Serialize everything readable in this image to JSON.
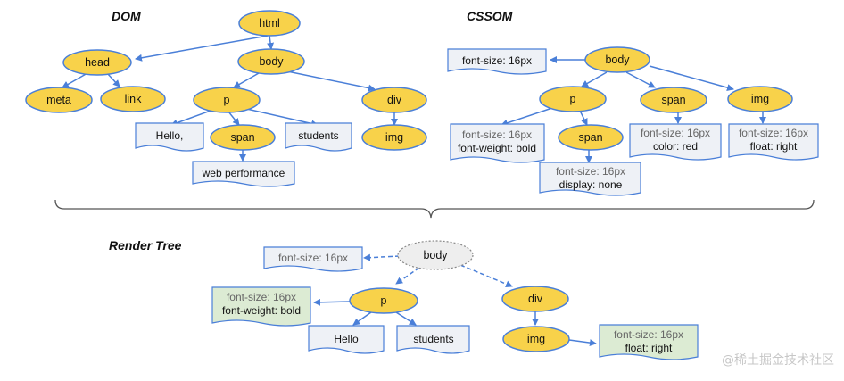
{
  "dom": {
    "heading": "DOM",
    "nodes": {
      "html": "html",
      "head": "head",
      "body": "body",
      "meta": "meta",
      "link": "link",
      "p": "p",
      "div": "div",
      "span": "span",
      "img": "img"
    },
    "text_boxes": {
      "hello": "Hello,",
      "students": "students",
      "web_performance": "web performance"
    }
  },
  "cssom": {
    "heading": "CSSOM",
    "nodes": {
      "body": "body",
      "p": "p",
      "span_child": "span",
      "span": "span",
      "img": "img"
    },
    "style_boxes": {
      "body": [
        "font-size: 16px"
      ],
      "p": [
        "font-size: 16px",
        "font-weight: bold"
      ],
      "span_child": [
        "font-size: 16px",
        "display: none"
      ],
      "span": [
        "font-size: 16px",
        "color: red"
      ],
      "img": [
        "font-size: 16px",
        "float: right"
      ]
    }
  },
  "render_tree": {
    "heading": "Render Tree",
    "nodes": {
      "body": "body",
      "p": "p",
      "div": "div",
      "img": "img"
    },
    "text_boxes": {
      "hello": "Hello",
      "students": "students"
    },
    "style_boxes": {
      "body": [
        "font-size: 16px"
      ],
      "p": [
        "font-size: 16px",
        "font-weight: bold"
      ],
      "img": [
        "font-size: 16px",
        "float: right"
      ]
    }
  },
  "watermark": "@稀土掘金技术社区",
  "colors": {
    "node_fill": "#f8d24a",
    "node_stroke": "#4a7fd8",
    "box_fill": "#eef1f6",
    "box_stroke": "#4a7fd8",
    "green_fill": "#dcebd3",
    "edge": "#4a7fd8",
    "dotted_node_fill": "#eeeeee",
    "dotted_node_stroke": "#888888"
  }
}
